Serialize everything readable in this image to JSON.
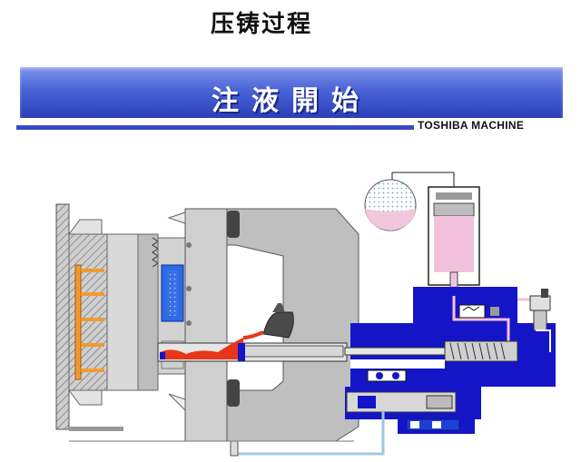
{
  "page_title": "压铸过程",
  "banner_title": "注液開始",
  "brand": "TOSHIBA MACHINE",
  "colors": {
    "banner_blue": "#3a52cc",
    "hydraulic_blue": "#1515c8",
    "metal_red": "#e8361a",
    "piston_pink": "#f2c2dc",
    "machine_gray": "#c9c9c9",
    "wall_hatch": "#8a8a8a"
  }
}
